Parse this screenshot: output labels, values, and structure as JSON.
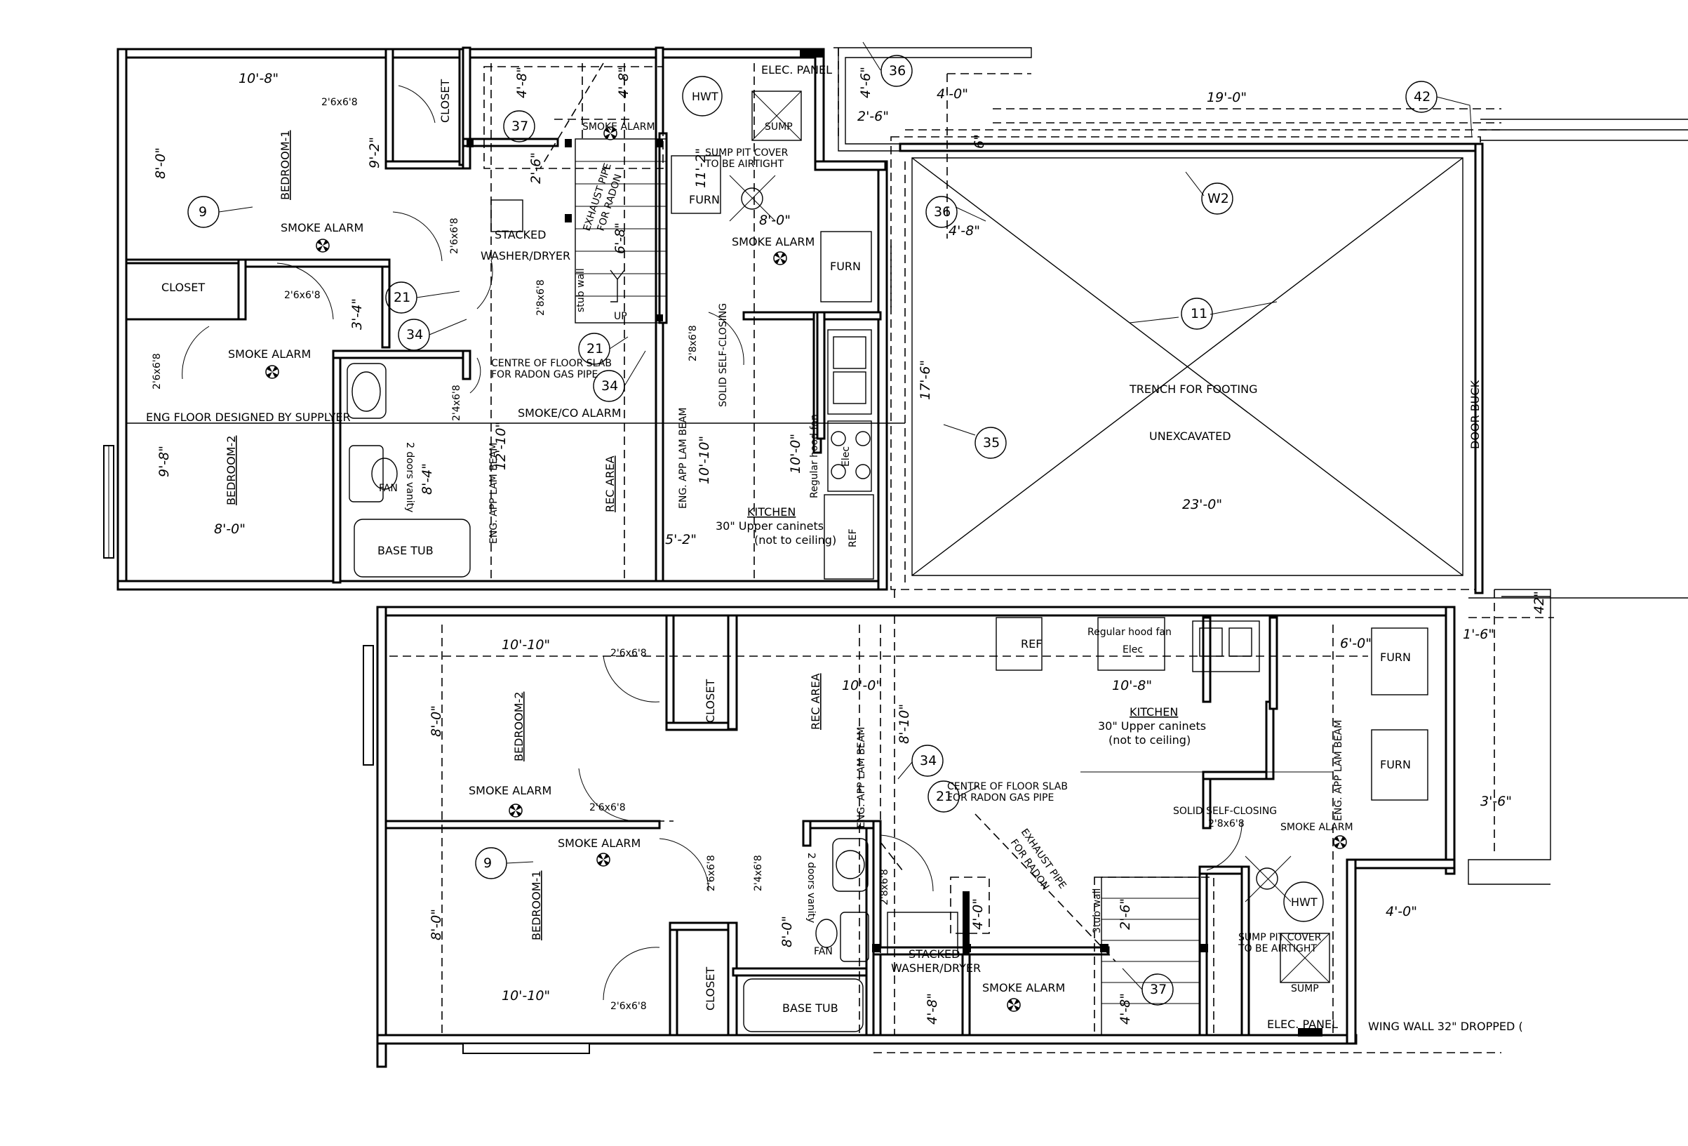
{
  "upper_unit": {
    "rooms": {
      "bedroom_1": "BEDROOM-1",
      "bedroom_2": "BEDROOM-2",
      "rec_area": "REC AREA",
      "kitchen": "KITCHEN",
      "closet_a": "CLOSET",
      "closet_b": "CLOSET",
      "stacked": "STACKED",
      "washer_dryer": "WASHER/DRYER",
      "base_tub": "BASE TUB",
      "fan": "FAN",
      "furn_a": "FURN",
      "furn_b": "FURN",
      "hwt": "HWT",
      "sump": "SUMP",
      "ref": "REF",
      "elec": "Elec"
    },
    "notes": {
      "eng_floor": "ENG FLOOR DESIGNED BY SUPPLYER",
      "smoke_bed1": "SMOKE ALARM",
      "smoke_bed2": "SMOKE ALARM",
      "smoke_stair": "SMOKE ALARM",
      "smoke_mech": "SMOKE ALARM",
      "smoke_co": "SMOKE/CO ALARM",
      "elec_panel": "ELEC. PANEL",
      "sump_cover_1": "SUMP PIT COVER",
      "sump_cover_2": "TO BE AIRTIGHT",
      "radon_1": "CENTRE OF FLOOR SLAB",
      "radon_2": "FOR RADON GAS PIPE",
      "exhaust_1": "EXHAUST PIPE",
      "exhaust_2": "FOR RADON",
      "solid": "SOLID SELF-CLOSING",
      "beam_a": "ENG. APP LAM BEAM",
      "beam_b": "ENG. APP LAM BEAM",
      "vanity": "2 doors vanity",
      "hood": "Regular hood fan",
      "uppers": "30\" Upper caninets",
      "not_ceiling": "(not to ceiling)",
      "stub": "stub wall",
      "up": "UP"
    },
    "dims": {
      "d1": "10'-8\"",
      "d2": "8'-0\"",
      "d3": "9'-2\"",
      "d4": "2'6x6'8",
      "d5": "2'6x6'8",
      "d6": "2'6x6'8",
      "d7": "2'6x6'8",
      "d8": "3'-4\"",
      "d9": "9'-8\"",
      "d10": "8'-0\"",
      "d11": "8'-4\"",
      "d12": "2'4x6'8",
      "d13": "12'-10\"",
      "d14": "4'-8\"",
      "d15": "4'-8\"",
      "d16": "2'-6\"",
      "d17": "6'-8\"",
      "d18": "11'-2\"",
      "d19": "8'-0\"",
      "d20": "2'8x6'8",
      "d21": "2'8x6'8",
      "d22": "10'-10\"",
      "d23": "10'-0\"",
      "d24": "5'-2\""
    },
    "tags": {
      "t9": "9",
      "t21a": "21",
      "t21b": "21",
      "t34a": "34",
      "t34b": "34",
      "t37": "37"
    }
  },
  "garage": {
    "notes": {
      "trench": "TRENCH FOR FOOTING",
      "unexcavated": "UNEXCAVATED",
      "door_buck": "DOOR BUCK"
    },
    "dims": {
      "d1": "19'-0\"",
      "d2": "4'-0\"",
      "d3": "4'-6\"",
      "d4": "2'-6\"",
      "d5": "4'-8\"",
      "d6": "17'-6\"",
      "d7": "23'-0\"",
      "d8": "1'-6\"",
      "d9": "6\"",
      "d10": "42\""
    },
    "tags": {
      "t36a": "36",
      "t36b": "36",
      "t42": "42",
      "tw2": "W2",
      "t11": "11",
      "t35": "35"
    }
  },
  "lower_unit": {
    "rooms": {
      "bedroom_2": "BEDROOM-2",
      "bedroom_1": "BEDROOM-1",
      "rec_area": "REC AREA",
      "kitchen": "KITCHEN",
      "closet_a": "CLOSET",
      "closet_b": "CLOSET",
      "base_tub": "BASE TUB",
      "fan": "FAN",
      "stacked": "STACKED",
      "washer_dryer": "WASHER/DRYER",
      "ref": "REF",
      "elec": "Elec",
      "furn_a": "FURN",
      "furn_b": "FURN",
      "hwt": "HWT",
      "sump": "SUMP"
    },
    "notes": {
      "smoke_bed2": "SMOKE ALARM",
      "smoke_bed1": "SMOKE ALARM",
      "smoke_hall": "SMOKE ALARM",
      "smoke_mech": "SMOKE ALARM",
      "hood": "Regular hood fan",
      "uppers": "30\" Upper caninets",
      "not_ceiling": "(not to ceiling)",
      "radon_1": "CENTRE OF FLOOR SLAB",
      "radon_2": "FOR RADON GAS PIPE",
      "exhaust_1": "EXHAUST PIPE",
      "exhaust_2": "FOR RADON",
      "solid": "SOLID SELF-CLOSING",
      "sump_cover_1": "SUMP PIT COVER",
      "sump_cover_2": "TO BE AIRTIGHT",
      "elec_panel": "ELEC. PANEL",
      "beam_a": "ENG. APP LAM BEAM",
      "beam_b": "ENG. APP LAM BEAM",
      "vanity": "2 doors vanity",
      "stub": "3tub wall",
      "wing_wall": "WING WALL 32\" DROPPED ("
    },
    "dims": {
      "d1": "10'-10\"",
      "d2": "8'-0\"",
      "d3": "2'6x6'8",
      "d4": "2'6x6'8",
      "d5": "2'6x6'8",
      "d6": "2'6x6'8",
      "d7": "2'4x6'8",
      "d8": "8'-0\"",
      "d9": "10'-10\"",
      "d10": "10'-0\"",
      "d11": "8'-10\"",
      "d12": "10'-8\"",
      "d13": "6'-0\"",
      "d14": "2'8x6'8",
      "d15": "2'8x6'8",
      "d16": "8'-0\"",
      "d17": "4'-8\"",
      "d18": "4'-8\"",
      "d19": "2'-6\"",
      "d20": "4'-0\"",
      "d21": "3'-6\"",
      "d22": "4'-0\"",
      "d23": "1'-6\""
    },
    "tags": {
      "t9": "9",
      "t21": "21",
      "t34": "34",
      "t37": "37"
    }
  },
  "icons": {
    "smoke_alarm": "smoke-alarm-icon",
    "callout_tag": "callout-tag-icon",
    "window": "window-icon"
  }
}
